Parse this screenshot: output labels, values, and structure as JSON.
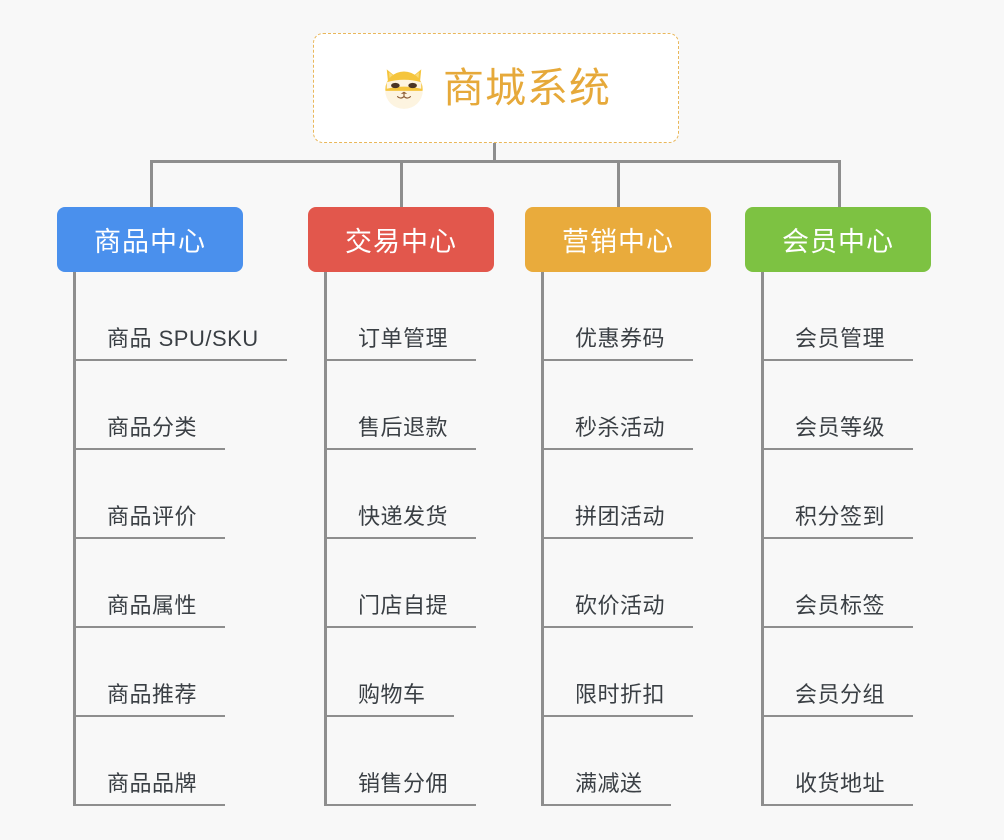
{
  "page": {
    "background_color": "#f8f8f8",
    "type": "mindmap"
  },
  "root": {
    "title": "商城系统",
    "icon": "shiba-dog-face-icon",
    "text_color": "#e6a93a",
    "border_color": "#e9b75a",
    "background_color": "#ffffff"
  },
  "connector_color": "#8e8e8e",
  "branches": [
    {
      "label": "商品中心",
      "color": "#4a90ed",
      "children": [
        {
          "label": "商品 SPU/SKU"
        },
        {
          "label": "商品分类"
        },
        {
          "label": "商品评价"
        },
        {
          "label": "商品属性"
        },
        {
          "label": "商品推荐"
        },
        {
          "label": "商品品牌"
        }
      ]
    },
    {
      "label": "交易中心",
      "color": "#e2574c",
      "children": [
        {
          "label": "订单管理"
        },
        {
          "label": "售后退款"
        },
        {
          "label": "快递发货"
        },
        {
          "label": "门店自提"
        },
        {
          "label": "购物车"
        },
        {
          "label": "销售分佣"
        }
      ]
    },
    {
      "label": "营销中心",
      "color": "#e9ab3c",
      "children": [
        {
          "label": "优惠券码"
        },
        {
          "label": "秒杀活动"
        },
        {
          "label": "拼团活动"
        },
        {
          "label": "砍价活动"
        },
        {
          "label": "限时折扣"
        },
        {
          "label": "满减送"
        }
      ]
    },
    {
      "label": "会员中心",
      "color": "#7dc242",
      "children": [
        {
          "label": "会员管理"
        },
        {
          "label": "会员等级"
        },
        {
          "label": "积分签到"
        },
        {
          "label": "会员标签"
        },
        {
          "label": "会员分组"
        },
        {
          "label": "收货地址"
        }
      ]
    }
  ]
}
